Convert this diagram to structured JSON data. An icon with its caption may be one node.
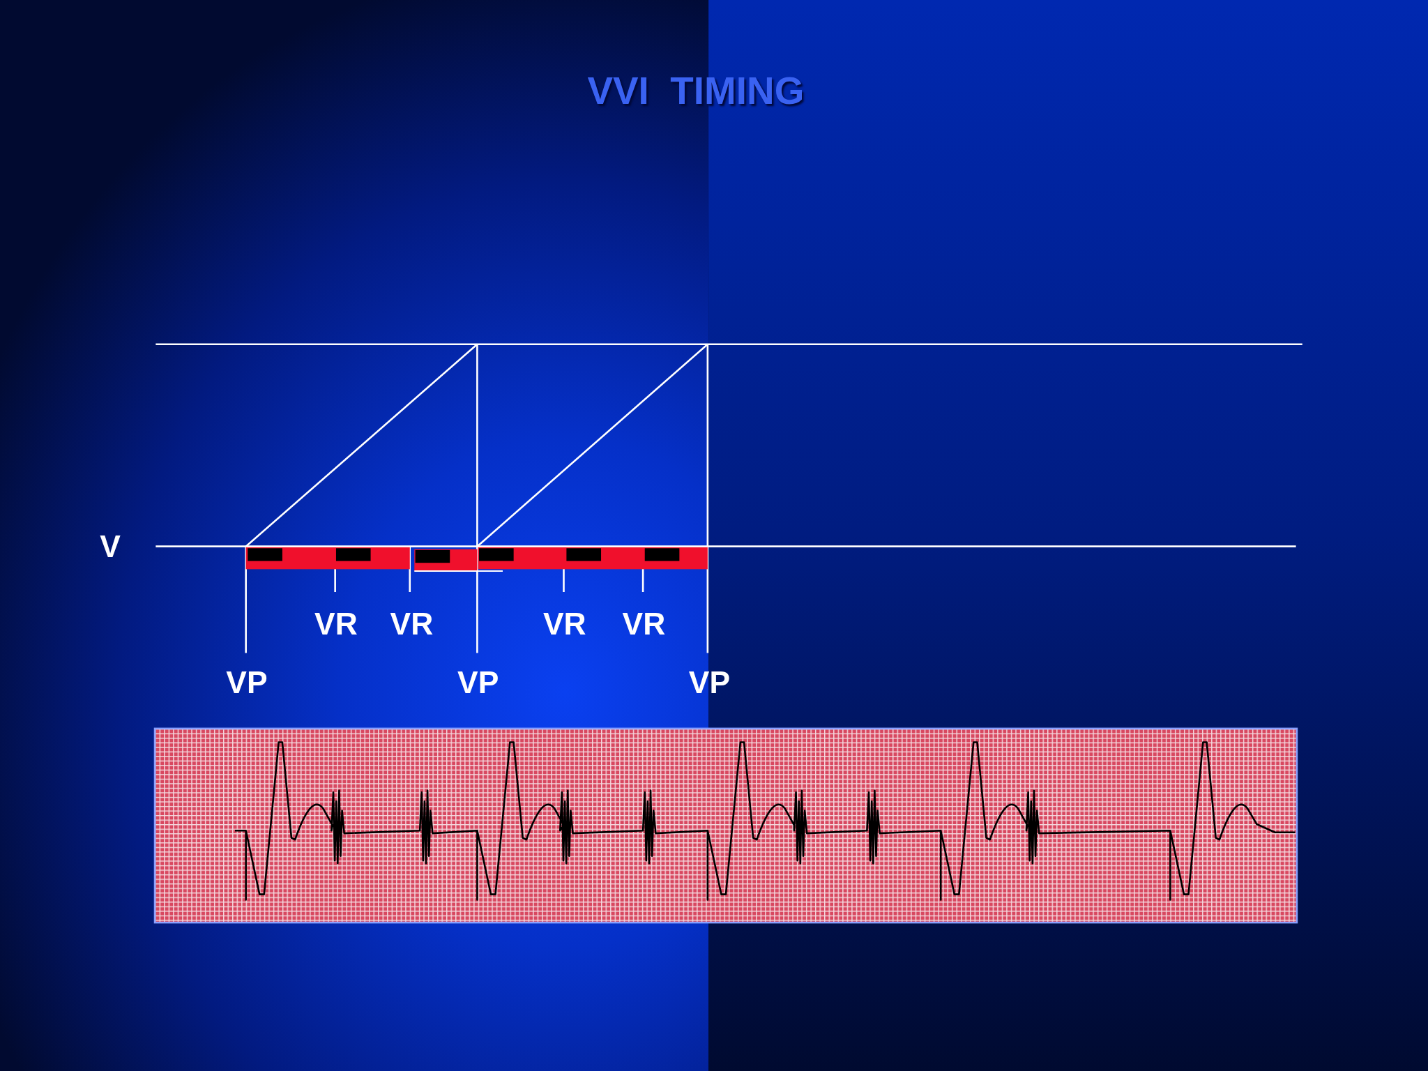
{
  "diagram": {
    "title": "VVI  TIMING",
    "labels": [
      "V",
      "VR",
      "VR",
      "VR",
      "VR",
      "VP",
      "VP",
      "VP"
    ]
  }
}
